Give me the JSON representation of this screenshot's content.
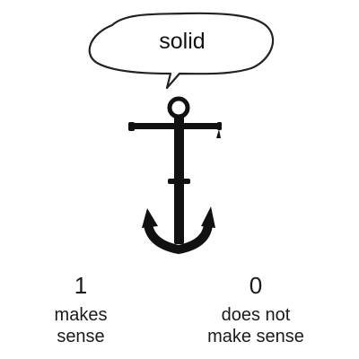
{
  "bubble": {
    "word": "solid"
  },
  "options": [
    {
      "number": "1",
      "line1": "makes",
      "line2": "sense"
    },
    {
      "number": "0",
      "line1": "does not",
      "line2": "make sense"
    }
  ],
  "colors": {
    "ink": "#1a1a1a",
    "background": "#ffffff"
  },
  "icons": {
    "bubble": "speech-bubble-icon",
    "object": "anchor-icon"
  }
}
